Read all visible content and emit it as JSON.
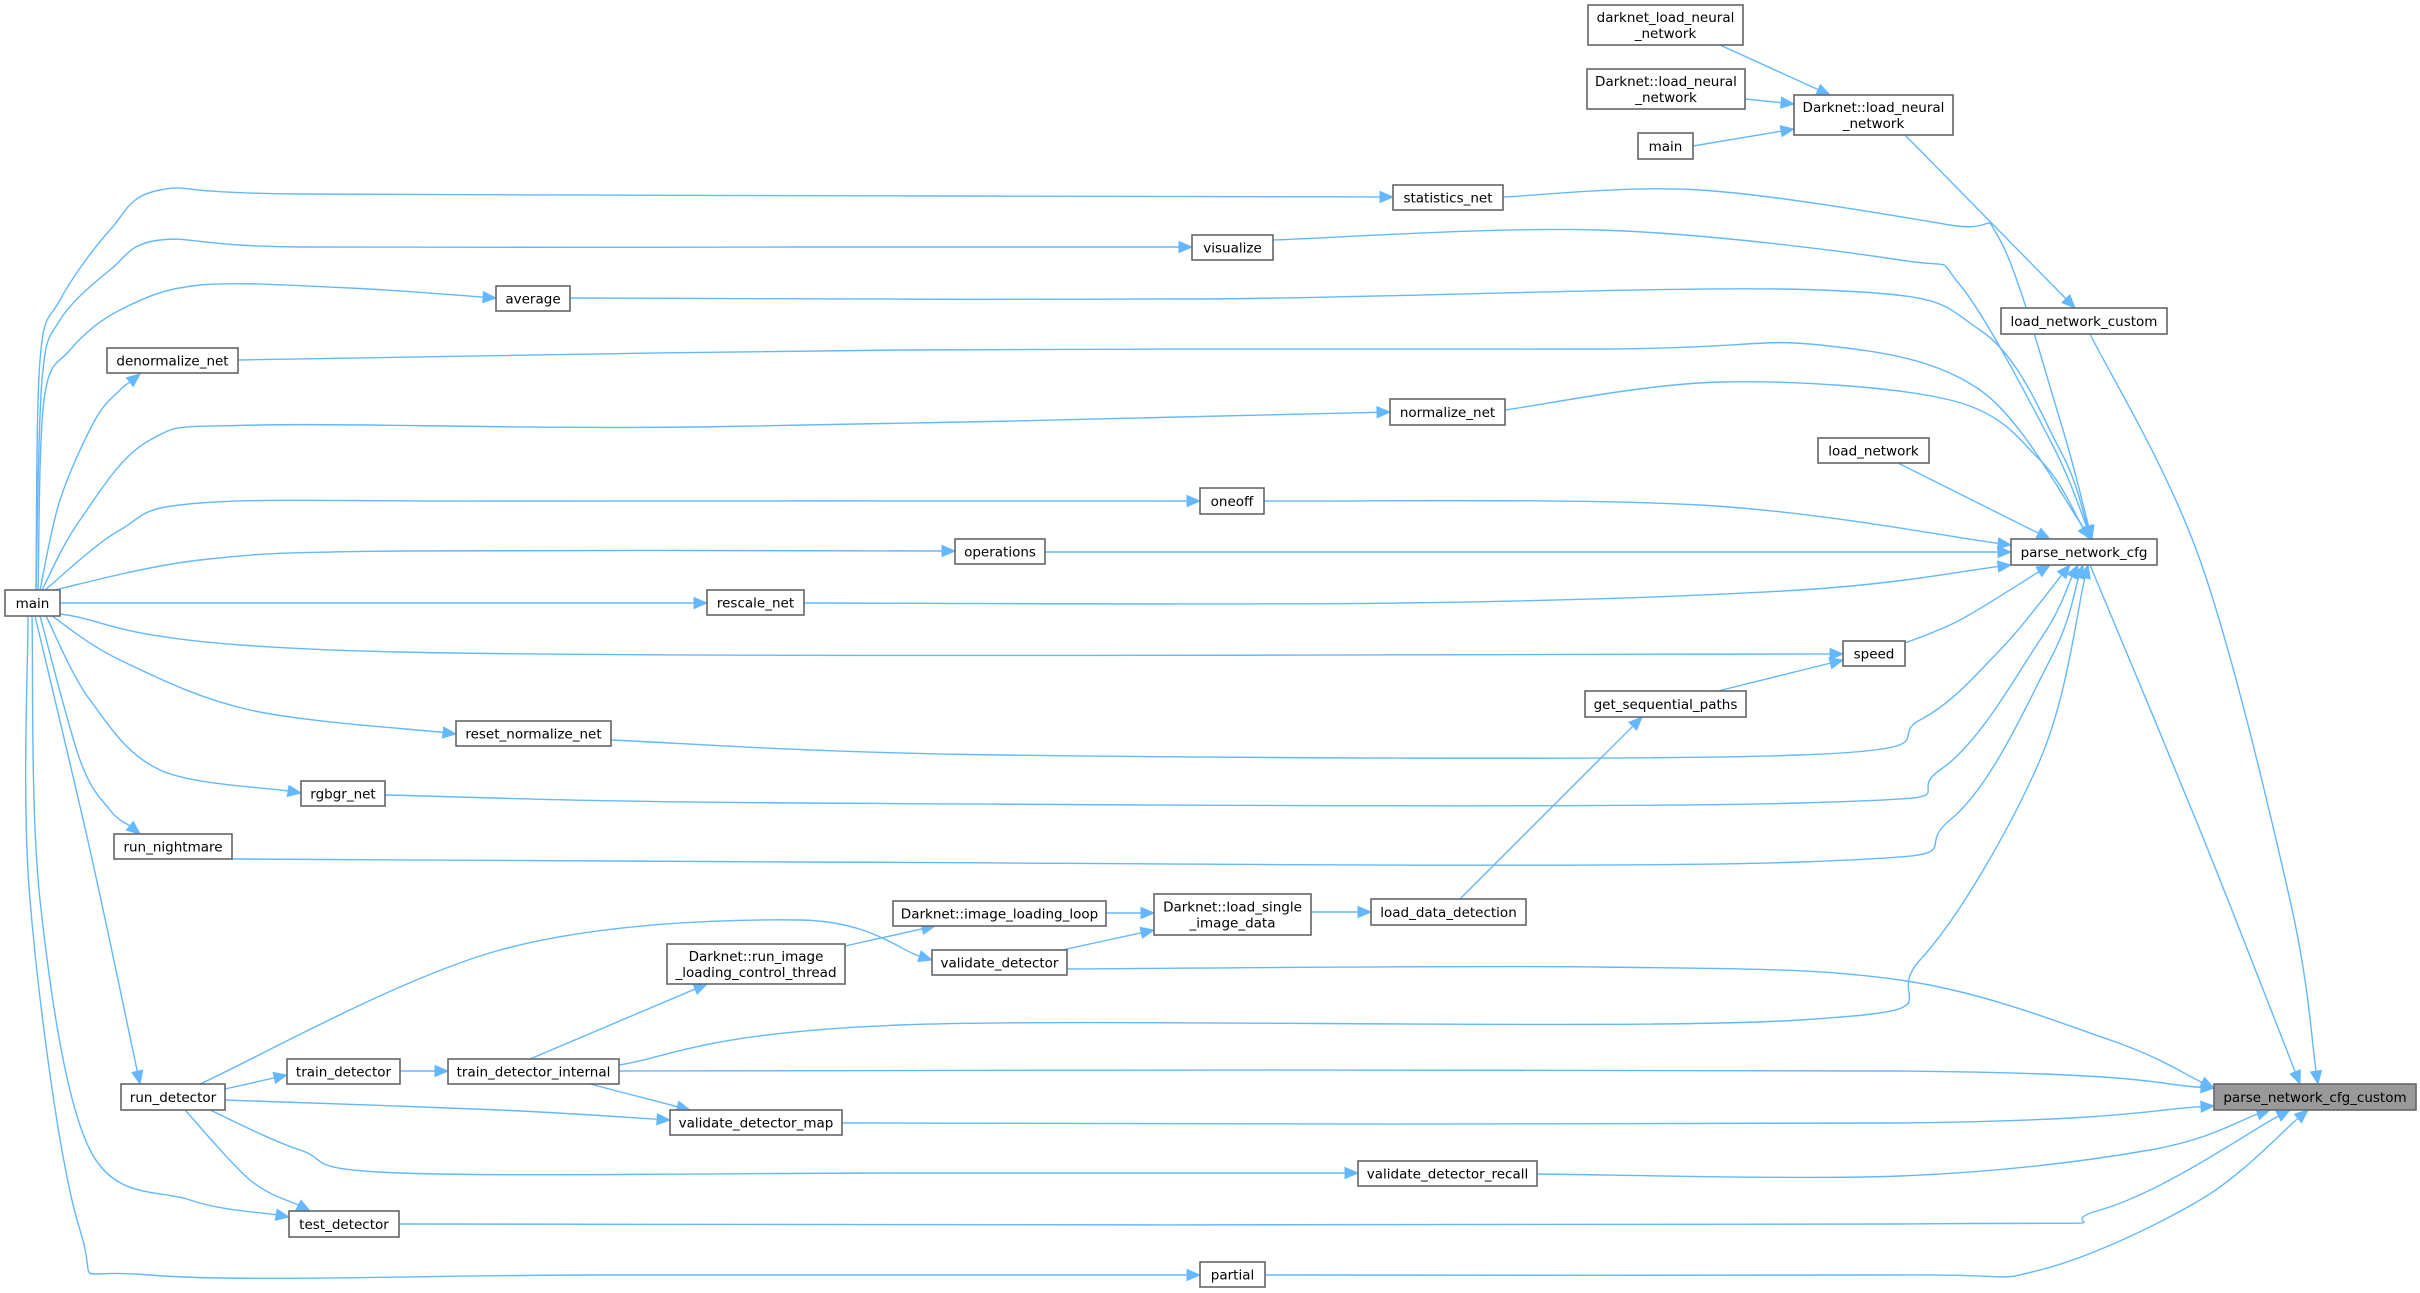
{
  "diagram": {
    "title": "Call graph of parse_network_cfg_custom",
    "focus_node": "parse_network_cfg_custom",
    "colors": {
      "edge": "#63b8ff",
      "node_border": "#666666",
      "node_fill": "#ffffff",
      "focus_fill": "#999999",
      "text": "#000000"
    },
    "nodes": [
      {
        "id": "main_left",
        "lines": [
          "main"
        ]
      },
      {
        "id": "statistics_net",
        "lines": [
          "statistics_net"
        ]
      },
      {
        "id": "visualize",
        "lines": [
          "visualize"
        ]
      },
      {
        "id": "average",
        "lines": [
          "average"
        ]
      },
      {
        "id": "denormalize_net",
        "lines": [
          "denormalize_net"
        ]
      },
      {
        "id": "normalize_net",
        "lines": [
          "normalize_net"
        ]
      },
      {
        "id": "oneoff",
        "lines": [
          "oneoff"
        ]
      },
      {
        "id": "operations",
        "lines": [
          "operations"
        ]
      },
      {
        "id": "rescale_net",
        "lines": [
          "rescale_net"
        ]
      },
      {
        "id": "speed",
        "lines": [
          "speed"
        ]
      },
      {
        "id": "get_sequential_paths",
        "lines": [
          "get_sequential_paths"
        ]
      },
      {
        "id": "reset_normalize_net",
        "lines": [
          "reset_normalize_net"
        ]
      },
      {
        "id": "rgbgr_net",
        "lines": [
          "rgbgr_net"
        ]
      },
      {
        "id": "run_nightmare",
        "lines": [
          "run_nightmare"
        ]
      },
      {
        "id": "image_loading_loop",
        "lines": [
          "Darknet::image_loading_loop"
        ]
      },
      {
        "id": "load_single_image_data",
        "lines": [
          "Darknet::load_single",
          "_image_data"
        ]
      },
      {
        "id": "load_data_detection",
        "lines": [
          "load_data_detection"
        ]
      },
      {
        "id": "run_image_loading_control_thread",
        "lines": [
          "Darknet::run_image",
          "_loading_control_thread"
        ]
      },
      {
        "id": "validate_detector",
        "lines": [
          "validate_detector"
        ]
      },
      {
        "id": "train_detector",
        "lines": [
          "train_detector"
        ]
      },
      {
        "id": "train_detector_internal",
        "lines": [
          "train_detector_internal"
        ]
      },
      {
        "id": "run_detector",
        "lines": [
          "run_detector"
        ]
      },
      {
        "id": "validate_detector_map",
        "lines": [
          "validate_detector_map"
        ]
      },
      {
        "id": "validate_detector_recall",
        "lines": [
          "validate_detector_recall"
        ]
      },
      {
        "id": "test_detector",
        "lines": [
          "test_detector"
        ]
      },
      {
        "id": "partial",
        "lines": [
          "partial"
        ]
      },
      {
        "id": "darknet_load_neural_network",
        "lines": [
          "darknet_load_neural",
          "_network"
        ]
      },
      {
        "id": "Darknet_load_neural_network_a",
        "lines": [
          "Darknet::load_neural",
          "_network"
        ]
      },
      {
        "id": "main_top",
        "lines": [
          "main"
        ]
      },
      {
        "id": "Darknet_load_neural_network_b",
        "lines": [
          "Darknet::load_neural",
          "_network"
        ]
      },
      {
        "id": "load_network_custom",
        "lines": [
          "load_network_custom"
        ]
      },
      {
        "id": "load_network",
        "lines": [
          "load_network"
        ]
      },
      {
        "id": "parse_network_cfg",
        "lines": [
          "parse_network_cfg"
        ]
      },
      {
        "id": "parse_network_cfg_custom",
        "lines": [
          "parse_network_cfg_custom"
        ],
        "focus": true
      }
    ],
    "edges": [
      {
        "from": "darknet_load_neural_network",
        "to": "Darknet_load_neural_network_b"
      },
      {
        "from": "Darknet_load_neural_network_a",
        "to": "Darknet_load_neural_network_b"
      },
      {
        "from": "main_top",
        "to": "Darknet_load_neural_network_b"
      },
      {
        "from": "Darknet_load_neural_network_b",
        "to": "load_network_custom"
      },
      {
        "from": "load_network_custom",
        "to": "parse_network_cfg_custom"
      },
      {
        "from": "load_network",
        "to": "parse_network_cfg"
      },
      {
        "from": "parse_network_cfg",
        "to": "parse_network_cfg_custom"
      },
      {
        "from": "main_left",
        "to": "statistics_net"
      },
      {
        "from": "main_left",
        "to": "visualize"
      },
      {
        "from": "main_left",
        "to": "average"
      },
      {
        "from": "main_left",
        "to": "denormalize_net"
      },
      {
        "from": "main_left",
        "to": "normalize_net"
      },
      {
        "from": "main_left",
        "to": "oneoff"
      },
      {
        "from": "main_left",
        "to": "operations"
      },
      {
        "from": "main_left",
        "to": "rescale_net"
      },
      {
        "from": "main_left",
        "to": "speed"
      },
      {
        "from": "main_left",
        "to": "reset_normalize_net"
      },
      {
        "from": "main_left",
        "to": "rgbgr_net"
      },
      {
        "from": "main_left",
        "to": "run_nightmare"
      },
      {
        "from": "main_left",
        "to": "run_detector"
      },
      {
        "from": "main_left",
        "to": "test_detector"
      },
      {
        "from": "main_left",
        "to": "partial"
      },
      {
        "from": "statistics_net",
        "to": "parse_network_cfg"
      },
      {
        "from": "visualize",
        "to": "parse_network_cfg"
      },
      {
        "from": "average",
        "to": "parse_network_cfg"
      },
      {
        "from": "denormalize_net",
        "to": "parse_network_cfg"
      },
      {
        "from": "normalize_net",
        "to": "parse_network_cfg"
      },
      {
        "from": "oneoff",
        "to": "parse_network_cfg"
      },
      {
        "from": "operations",
        "to": "parse_network_cfg"
      },
      {
        "from": "rescale_net",
        "to": "parse_network_cfg"
      },
      {
        "from": "speed",
        "to": "parse_network_cfg"
      },
      {
        "from": "reset_normalize_net",
        "to": "parse_network_cfg"
      },
      {
        "from": "rgbgr_net",
        "to": "parse_network_cfg"
      },
      {
        "from": "run_nightmare",
        "to": "parse_network_cfg"
      },
      {
        "from": "train_detector_internal",
        "to": "parse_network_cfg"
      },
      {
        "from": "get_sequential_paths",
        "to": "speed"
      },
      {
        "from": "load_data_detection",
        "to": "get_sequential_paths"
      },
      {
        "from": "load_single_image_data",
        "to": "load_data_detection"
      },
      {
        "from": "image_loading_loop",
        "to": "load_single_image_data"
      },
      {
        "from": "validate_detector",
        "to": "load_single_image_data"
      },
      {
        "from": "run_image_loading_control_thread",
        "to": "image_loading_loop"
      },
      {
        "from": "train_detector_internal",
        "to": "run_image_loading_control_thread"
      },
      {
        "from": "run_detector",
        "to": "validate_detector"
      },
      {
        "from": "run_detector",
        "to": "train_detector"
      },
      {
        "from": "train_detector",
        "to": "train_detector_internal"
      },
      {
        "from": "run_detector",
        "to": "validate_detector_map"
      },
      {
        "from": "train_detector_internal",
        "to": "validate_detector_map"
      },
      {
        "from": "run_detector",
        "to": "validate_detector_recall"
      },
      {
        "from": "run_detector",
        "to": "test_detector"
      },
      {
        "from": "validate_detector",
        "to": "parse_network_cfg_custom"
      },
      {
        "from": "train_detector_internal",
        "to": "parse_network_cfg_custom"
      },
      {
        "from": "validate_detector_map",
        "to": "parse_network_cfg_custom"
      },
      {
        "from": "validate_detector_recall",
        "to": "parse_network_cfg_custom"
      },
      {
        "from": "test_detector",
        "to": "parse_network_cfg_custom"
      },
      {
        "from": "partial",
        "to": "parse_network_cfg_custom"
      }
    ]
  }
}
